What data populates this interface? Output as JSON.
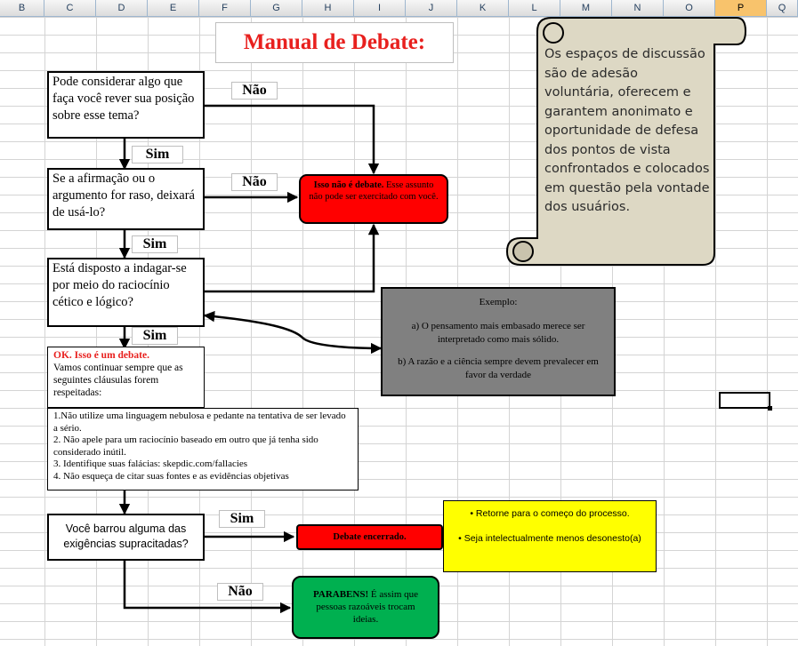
{
  "columns": [
    "B",
    "C",
    "D",
    "E",
    "F",
    "G",
    "H",
    "I",
    "J",
    "K",
    "L",
    "M",
    "N",
    "O",
    "P",
    "Q"
  ],
  "selected_column": "P",
  "title": "Manual de Debate:",
  "q1": "Pode considerar algo que faça você rever sua posição sobre esse tema?",
  "q2": "Se a afirmação ou o argumento for raso, deixará de usá-lo?",
  "q3": "Está disposto a indagar-se por meio do raciocínio cético e lógico?",
  "q4": "Você barrou alguma das exigências supracitadas?",
  "labels": {
    "nao1": "Não",
    "nao2": "Não",
    "nao3": "Não",
    "sim1": "Sim",
    "sim2": "Sim",
    "sim3": "Sim",
    "sim4": "Sim"
  },
  "not_debate": {
    "bold": "Isso não é debate.",
    "rest": " Esse assunto não pode ser exercitado com você."
  },
  "ok": {
    "heading": "OK. Isso é um debate.",
    "body": "Vamos continuar sempre que as seguintes cláusulas forem respeitadas:"
  },
  "rules": [
    "1.Não utilize uma linguagem nebulosa e pedante  na tentativa de ser levado a sério.",
    "2. Não apele para um raciocínio baseado em outro que já tenha sido considerado inútil.",
    "3. Identifique suas falácias: skepdic.com/fallacies",
    "4. Não esqueça de citar  suas fontes e as evidências objetivas"
  ],
  "example": {
    "title": "Exemplo:",
    "a": "a) O pensamento mais  embasado merece ser interpretado como mais sólido.",
    "b": "b) A razão e a ciência sempre devem prevalecer em favor da verdade"
  },
  "scroll_text": "Os espaços de discussão são de adesão voluntária, oferecem e garantem anonimato e oportunidade de defesa dos pontos de vista confrontados e colocados em questão pela vontade dos usuários.",
  "ended": "Debate encerrado.",
  "yellow": {
    "line1": "• Retorne para o começo do processo.",
    "line2": "• Seja intelectualmente menos desonesto(a)"
  },
  "parabens": {
    "bold": "PARABENS!",
    "rest": " É assim que pessoas razoáveis trocam ideias."
  },
  "colors": {
    "title_red": "#e8201e",
    "red_box": "#ff0000",
    "example_gray": "#808080",
    "yellow": "#ffff00",
    "green": "#00b050",
    "scroll_fill": "#ddd8c4"
  }
}
